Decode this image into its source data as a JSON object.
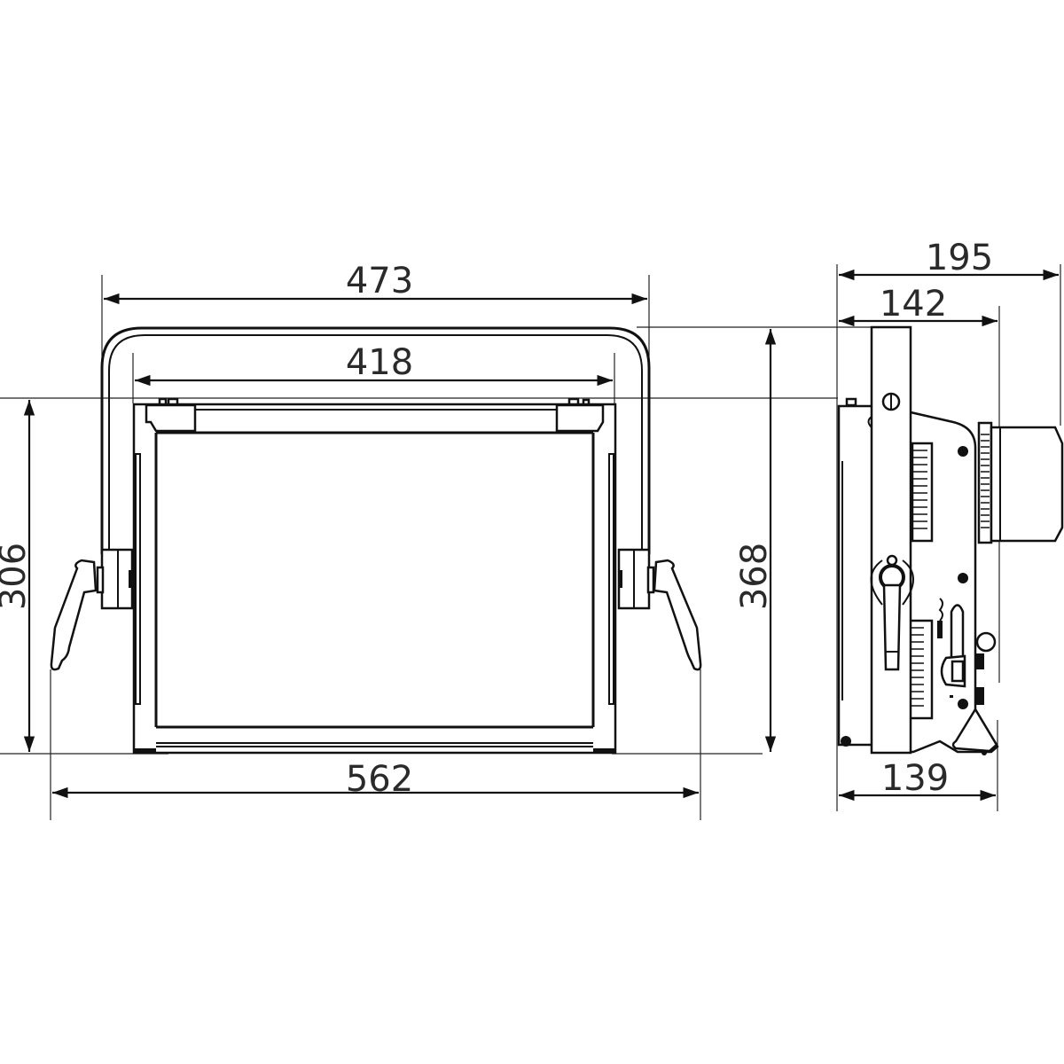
{
  "drawing": {
    "type": "technical-dimension-drawing",
    "units_shown": "none (mm implied)",
    "views": [
      {
        "name": "front-view",
        "dimensions": {
          "yoke_width": "473",
          "body_width": "418",
          "overall_width_with_handles": "562",
          "body_height": "306"
        }
      },
      {
        "name": "side-view",
        "dimensions": {
          "overall_depth": "195",
          "depth_to_rear_housing": "142",
          "base_depth": "139",
          "overall_height": "368"
        }
      }
    ]
  },
  "labels": {
    "d473": "473",
    "d418": "418",
    "d562": "562",
    "d306": "306",
    "d368": "368",
    "d195": "195",
    "d142": "142",
    "d139": "139"
  },
  "colors": {
    "line": "#111111",
    "text": "#2a2a2a",
    "background": "#ffffff"
  }
}
